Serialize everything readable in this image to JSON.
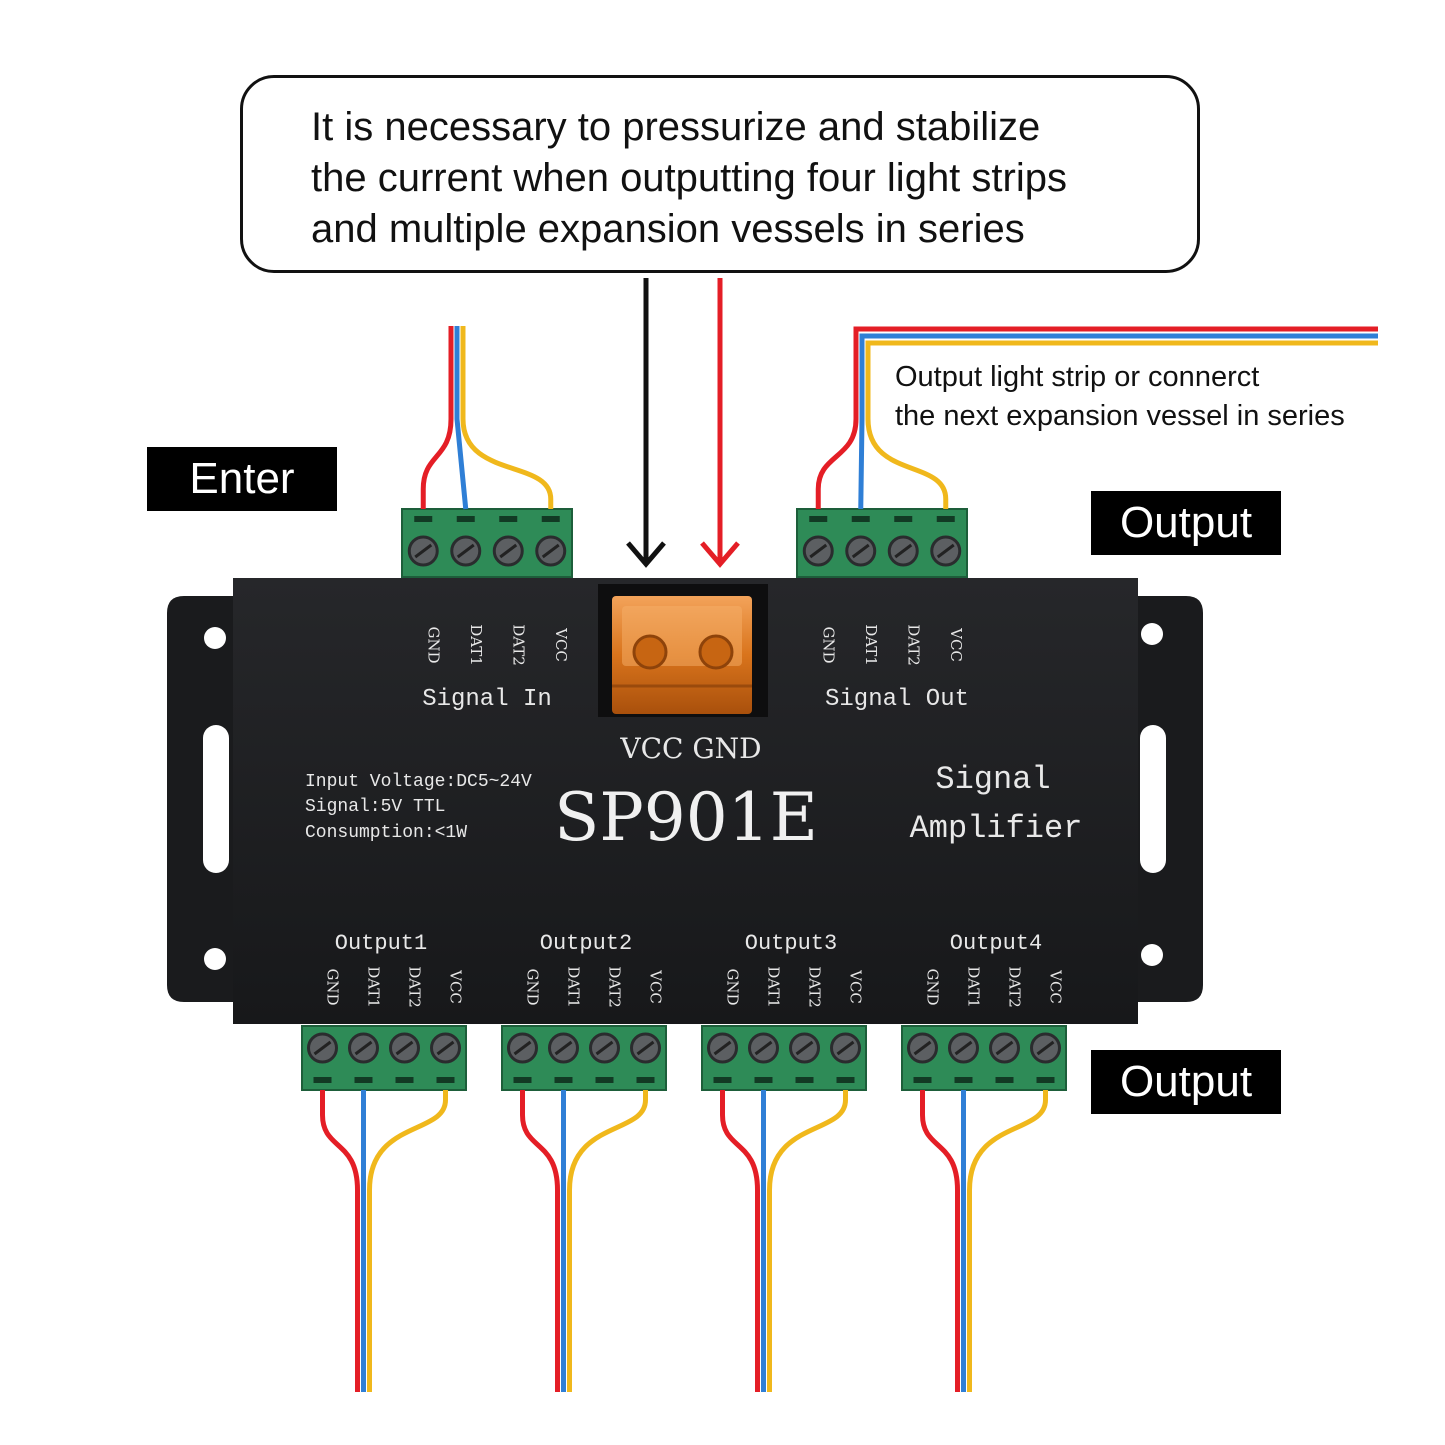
{
  "callout": {
    "lines": [
      "It is necessary to pressurize and stabilize",
      "the current when outputting four light strips",
      "and multiple expansion vessels in series"
    ]
  },
  "labels": {
    "enter": "Enter",
    "output_top": "Output",
    "output_bottom": "Output"
  },
  "note": {
    "lines": [
      "Output light strip or connerct",
      "the next expansion vessel in series"
    ]
  },
  "device": {
    "model": "SP901E",
    "power_label": "VCC GND",
    "signal_in": "Signal In",
    "signal_out": "Signal Out",
    "function_lines": [
      "Signal",
      "Amplifier"
    ],
    "specs": [
      "Input Voltage:DC5~24V",
      "Signal:5V TTL",
      "Consumption:<1W"
    ],
    "pins": [
      "GND",
      "DAT1",
      "DAT2",
      "VCC"
    ],
    "outputs": [
      "Output1",
      "Output2",
      "Output3",
      "Output4"
    ]
  },
  "colors": {
    "wire_red": "#e41e26",
    "wire_blue": "#2f7fd6",
    "wire_yellow": "#f0b81c",
    "terminal_green": "#2e8b57",
    "housing": "#1d1e20",
    "fuse": "#e07a1a"
  }
}
